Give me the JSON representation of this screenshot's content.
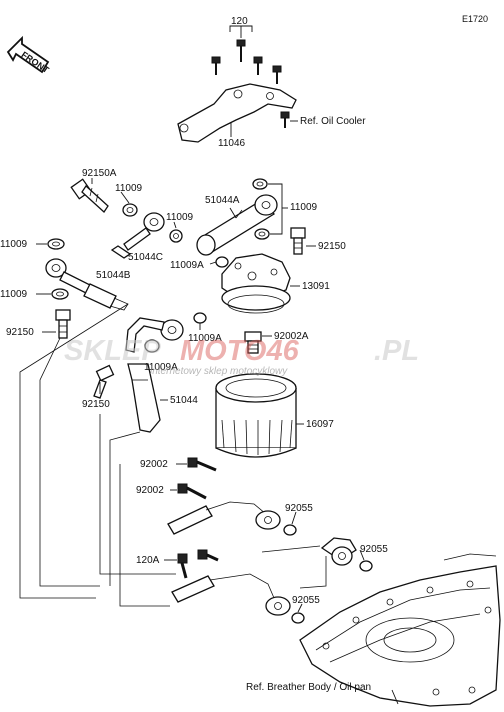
{
  "diagram_code": "E1720",
  "front_label": "FRONT",
  "watermark": {
    "brand_part1": "SKLEP",
    "brand_part2": "MOTO46",
    "brand_tld": ".PL",
    "tagline": "internetowy sklep motocyklowy"
  },
  "labels": {
    "p120_top": "120",
    "p11046": "11046",
    "ref_oil_cooler": "Ref. Oil Cooler",
    "p92150A": "92150A",
    "p11009_a": "11009",
    "p11009_b": "11009",
    "p51044A": "51044A",
    "p11009_c": "11009",
    "p11009_d": "11009",
    "p51044C": "51044C",
    "p11009A_a": "11009A",
    "p92150_a": "92150",
    "p51044B": "51044B",
    "p13091": "13091",
    "p11009_e": "11009",
    "p92150_b": "92150",
    "p11009A_b": "11009A",
    "p92002A": "92002A",
    "p11009A_c": "11009A",
    "p92150_c": "92150",
    "p51044": "51044",
    "p16097": "16097",
    "p92002_a": "92002",
    "p92002_b": "92002",
    "p92055_a": "92055",
    "p120A": "120A",
    "p92055_b": "92055",
    "p92055_c": "92055",
    "ref_breather": "Ref. Breather Body / Oil pan"
  }
}
